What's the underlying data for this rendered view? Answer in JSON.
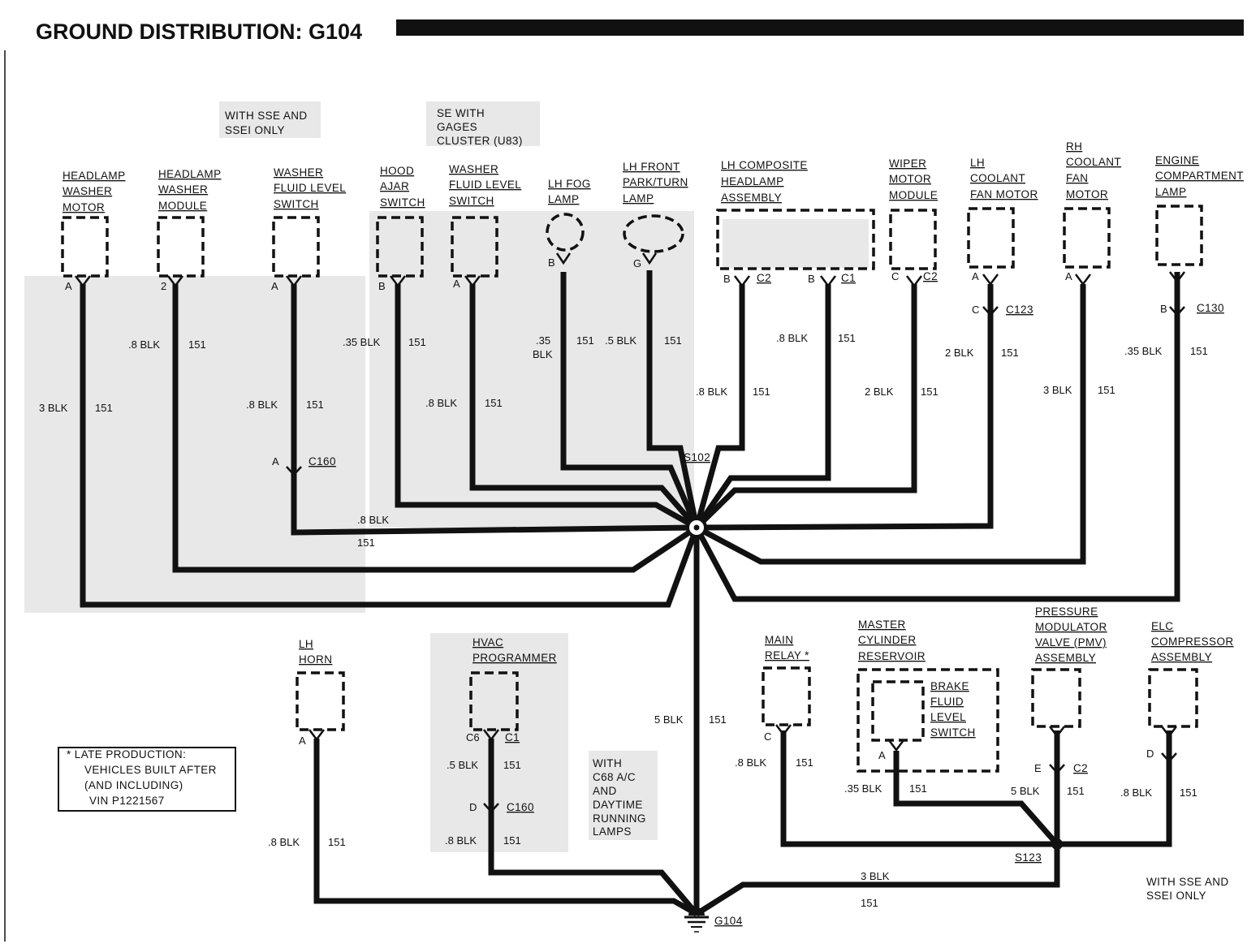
{
  "title": "GROUND DISTRIBUTION: G104",
  "notes": {
    "sse_only": [
      "WITH SSE AND",
      "SSEI ONLY"
    ],
    "se_gages": [
      "SE WITH",
      "GAGES",
      "CLUSTER (U83)"
    ],
    "c68": [
      "WITH",
      "C68 A/C",
      "AND",
      "DAYTIME",
      "RUNNING",
      "LAMPS"
    ],
    "sse_only_bottom": [
      "WITH SSE AND",
      "SSEI ONLY"
    ],
    "late_production": [
      "*  LATE PRODUCTION:",
      "VEHICLES BUILT AFTER",
      "(AND INCLUDING)",
      "VIN P1221567"
    ]
  },
  "components": {
    "headlamp_washer_motor": [
      "HEADLAMP",
      "WASHER",
      "MOTOR"
    ],
    "headlamp_washer_module": [
      "HEADLAMP",
      "WASHER",
      "MODULE"
    ],
    "washer_fluid_switch_1": [
      "WASHER",
      "FLUID LEVEL",
      "SWITCH"
    ],
    "hood_ajar_switch": [
      "HOOD",
      "AJAR",
      "SWITCH"
    ],
    "washer_fluid_switch_2": [
      "WASHER",
      "FLUID LEVEL",
      "SWITCH"
    ],
    "lh_fog_lamp": [
      "LH FOG",
      "LAMP"
    ],
    "lh_front_park_turn": [
      "LH FRONT",
      "PARK/TURN",
      "LAMP"
    ],
    "lh_composite_headlamp": [
      "LH COMPOSITE",
      "HEADLAMP",
      "ASSEMBLY"
    ],
    "wiper_motor_module": [
      "WIPER",
      "MOTOR",
      "MODULE"
    ],
    "lh_coolant_fan": [
      "LH",
      "COOLANT",
      "FAN MOTOR"
    ],
    "rh_coolant_fan": [
      "RH",
      "COOLANT",
      "FAN",
      "MOTOR"
    ],
    "engine_comp_lamp": [
      "ENGINE",
      "COMPARTMENT",
      "LAMP"
    ],
    "lh_horn": [
      "LH",
      "HORN"
    ],
    "hvac_programmer": [
      "HVAC",
      "PROGRAMMER"
    ],
    "main_relay": [
      "MAIN",
      "RELAY *"
    ],
    "master_cyl": [
      "MASTER",
      "CYLINDER",
      "RESERVOIR"
    ],
    "brake_fluid_switch": [
      "BRAKE",
      "FLUID",
      "LEVEL",
      "SWITCH"
    ],
    "pmv": [
      "PRESSURE",
      "MODULATOR",
      "VALVE (PMV)",
      "ASSEMBLY"
    ],
    "elc": [
      "ELC",
      "COMPRESSOR",
      "ASSEMBLY"
    ]
  },
  "pins": {
    "p1": "A",
    "p2": "2",
    "p3": "A",
    "p4": "B",
    "p5": "A",
    "p6": "B",
    "p7": "G",
    "p8": "B",
    "p9": "B",
    "p10": "C",
    "p11": "A",
    "p12": "C",
    "p13": "A",
    "p14": "B",
    "p15": "A",
    "p16": "A",
    "p17": "C6",
    "p18": "D",
    "p19": "C",
    "p20": "A",
    "p21": "E",
    "p22": "D"
  },
  "connectors": {
    "c2a": "C2",
    "c1a": "C1",
    "c2b": "C2",
    "c123": "C123",
    "c130": "C130",
    "c160a": "C160",
    "c1b": "C1",
    "c160b": "C160",
    "c2c": "C2"
  },
  "splices": {
    "s102": "S102",
    "s123": "S123",
    "g104": "G104"
  },
  "wires": {
    "w1g": "3 BLK",
    "w1c": "151",
    "w2g": ".8 BLK",
    "w2c": "151",
    "w3g": ".8 BLK",
    "w3c": "151",
    "w4g": ".35 BLK",
    "w4c": "151",
    "w5g": ".8 BLK",
    "w5c": "151",
    "w6g1": ".35",
    "w6g2": "BLK",
    "w6c": "151",
    "w7g": ".5 BLK",
    "w7c": "151",
    "w8g": ".8 BLK",
    "w8c": "151",
    "w9g": ".8 BLK",
    "w9c": "151",
    "w10g": "2 BLK",
    "w10c": "151",
    "w11g": "2 BLK",
    "w11c": "151",
    "w12g": "3 BLK",
    "w12c": "151",
    "w13g": ".35 BLK",
    "w13c": "151",
    "w14g": ".8 BLK",
    "w14c": "151",
    "w15g": "5 BLK",
    "w15c": "151",
    "w16g": ".8 BLK",
    "w16c": "151",
    "w17g": ".5 BLK",
    "w17c": "151",
    "w18g": ".8 BLK",
    "w18c": "151",
    "w19g": ".8 BLK",
    "w19c": "151",
    "w20g": ".35 BLK",
    "w20c": "151",
    "w21g": "5 BLK",
    "w21c": "151",
    "w22g": ".8 BLK",
    "w22c": "151",
    "w23g": "3 BLK",
    "w23c": "151"
  }
}
